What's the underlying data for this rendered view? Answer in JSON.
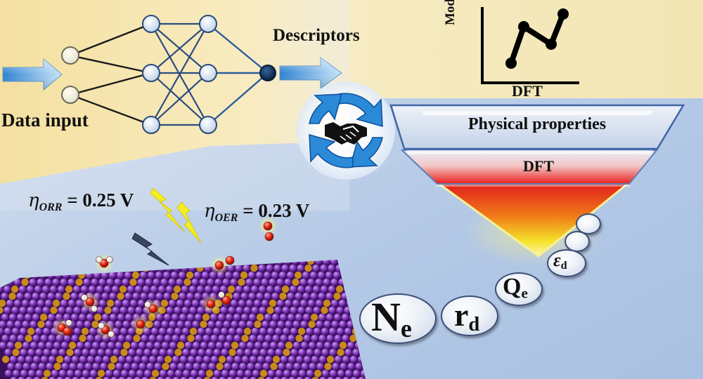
{
  "network": {
    "input_label": "Data input",
    "output_label": "Descriptors"
  },
  "model_plot": {
    "ylabel": "Model",
    "xlabel": "DFT"
  },
  "funnel": {
    "top_label": "Physical properties",
    "middle_label": "DFT"
  },
  "overpotentials": {
    "orr": {
      "symbol": "η",
      "subscript": "ORR",
      "value": "= 0.25 V"
    },
    "oer": {
      "symbol": "η",
      "subscript": "OER",
      "value": "= 0.23 V"
    }
  },
  "descriptors": [
    {
      "base": "N",
      "sub": "e"
    },
    {
      "base": "r",
      "sub": "d"
    },
    {
      "base": "Q",
      "sub": "e"
    },
    {
      "base": "ε",
      "sub": "d"
    }
  ],
  "cycle_icon": "handshake-icon",
  "colors": {
    "panel_yellow": "#f6e6a6",
    "lattice_purple": "#7a2fb2",
    "funnel_red": "#e8201e",
    "funnel_yellow": "#f5e32a",
    "cycle_blue": "#2a8ad8",
    "node_blue": "#dbe8f6"
  }
}
